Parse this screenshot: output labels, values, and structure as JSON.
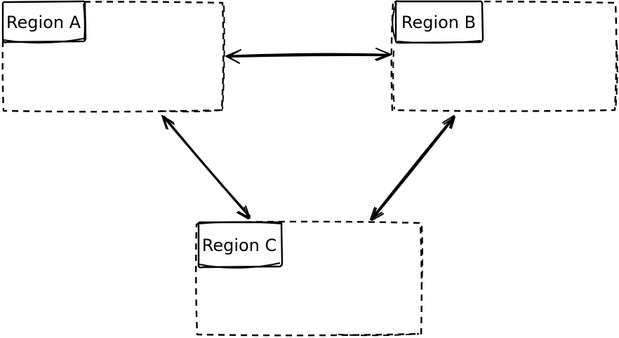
{
  "diagram": {
    "type": "region-diagram",
    "style": "hand-drawn-sketch",
    "background_color": "#ffffff",
    "stroke_color": "#000000",
    "regions": [
      {
        "id": "A",
        "label": "Region A",
        "border": "dashed"
      },
      {
        "id": "B",
        "label": "Region B",
        "border": "dashed"
      },
      {
        "id": "C",
        "label": "Region C",
        "border": "dashed"
      }
    ],
    "edges": [
      {
        "from": "Region A",
        "to": "Region B",
        "style": "bidirectional-arrow"
      },
      {
        "from": "Region A",
        "to": "Region C",
        "style": "bidirectional-arrow"
      },
      {
        "from": "Region B",
        "to": "Region C",
        "style": "bidirectional-arrow"
      }
    ]
  }
}
